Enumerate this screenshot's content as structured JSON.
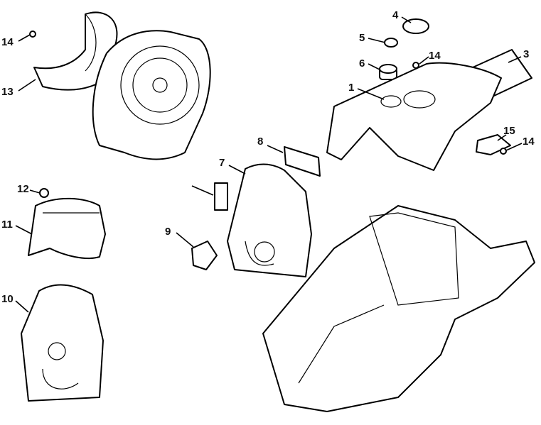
{
  "diagram": {
    "title": "",
    "callouts": [
      {
        "id": "c14a",
        "label": "14"
      },
      {
        "id": "c13",
        "label": "13"
      },
      {
        "id": "c4",
        "label": "4"
      },
      {
        "id": "c5",
        "label": "5"
      },
      {
        "id": "c14b",
        "label": "14"
      },
      {
        "id": "c6",
        "label": "6"
      },
      {
        "id": "c3",
        "label": "3"
      },
      {
        "id": "c1",
        "label": "1"
      },
      {
        "id": "c8",
        "label": "8"
      },
      {
        "id": "c7",
        "label": "7"
      },
      {
        "id": "c15",
        "label": "15"
      },
      {
        "id": "c14c",
        "label": "14"
      },
      {
        "id": "c12",
        "label": "12"
      },
      {
        "id": "c11",
        "label": "11"
      },
      {
        "id": "c9",
        "label": "9"
      },
      {
        "id": "c10",
        "label": "10"
      }
    ]
  }
}
